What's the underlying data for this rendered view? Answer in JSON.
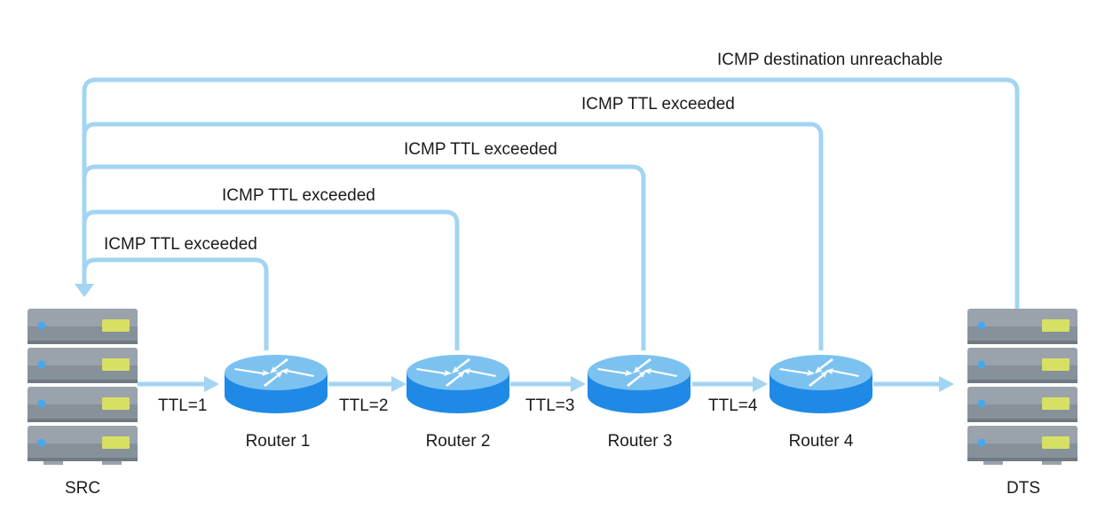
{
  "diagram": {
    "title": "Traceroute ICMP TTL diagram",
    "colors": {
      "line": "#a3d4f2",
      "router_top": "#7cc2f0",
      "router_side": "#1f8ae6",
      "server_body": "#9aa3ab",
      "server_dark": "#7f8a93",
      "server_led": "#4aa8e8",
      "server_slot": "#d8e063",
      "text": "#1a1a1a"
    },
    "source": {
      "label": "SRC"
    },
    "destination": {
      "label": "DTS"
    },
    "routers": [
      {
        "label": "Router 1"
      },
      {
        "label": "Router 2"
      },
      {
        "label": "Router 3"
      },
      {
        "label": "Router 4"
      }
    ],
    "forward_links": [
      {
        "label": "TTL=1"
      },
      {
        "label": "TTL=2"
      },
      {
        "label": "TTL=3"
      },
      {
        "label": "TTL=4"
      },
      {
        "label": ""
      }
    ],
    "return_paths": [
      {
        "label": "ICMP TTL exceeded",
        "from": "Router 1"
      },
      {
        "label": "ICMP TTL exceeded",
        "from": "Router 2"
      },
      {
        "label": "ICMP TTL exceeded",
        "from": "Router 3"
      },
      {
        "label": "ICMP TTL exceeded",
        "from": "Router 4"
      },
      {
        "label": "ICMP destination unreachable",
        "from": "DTS"
      }
    ]
  }
}
